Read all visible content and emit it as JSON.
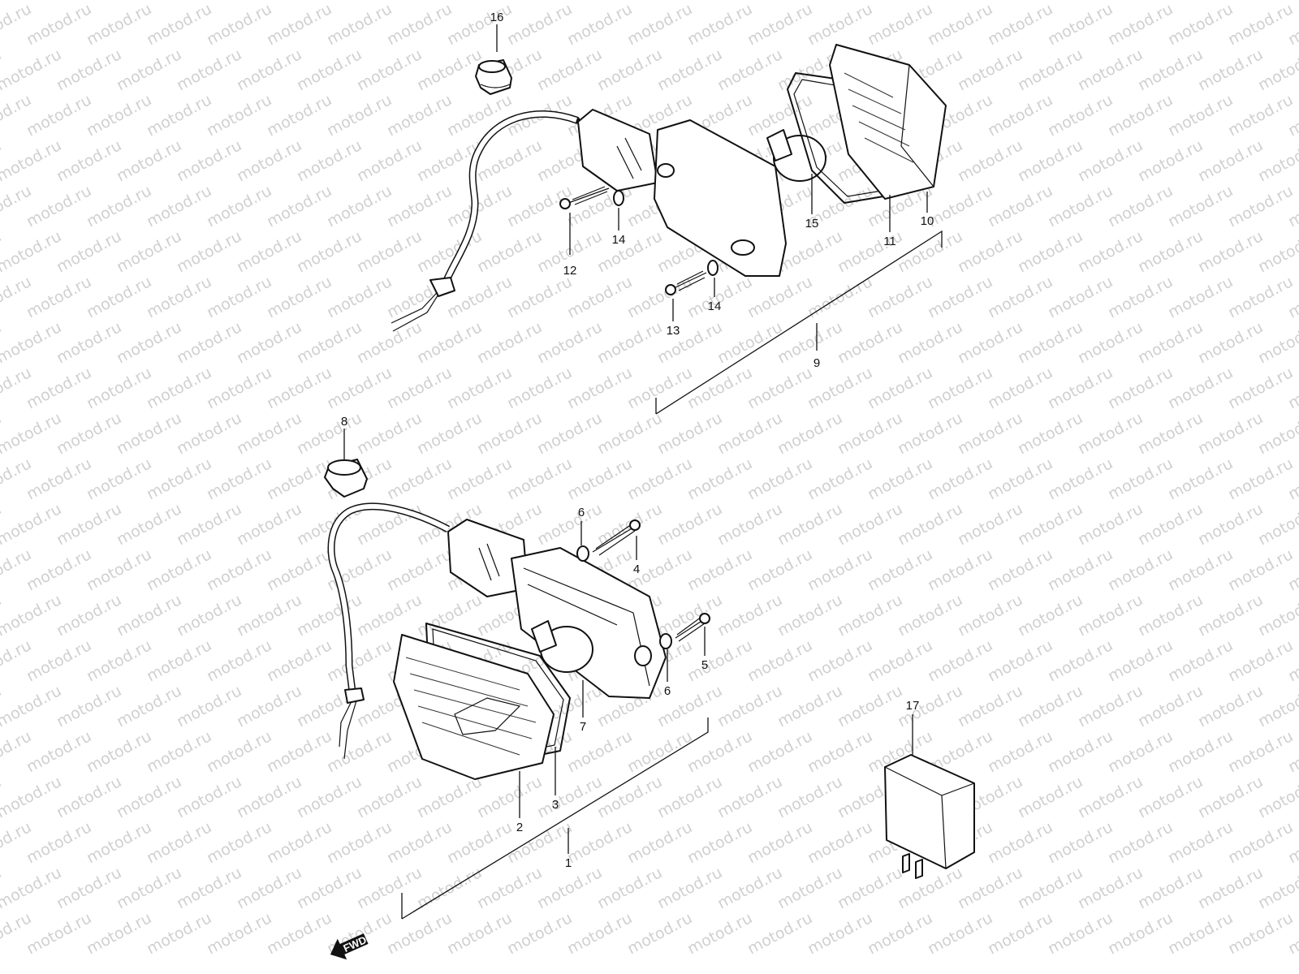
{
  "watermark": {
    "text": "motod.ru"
  },
  "fwd_badge": {
    "label": "FWD"
  },
  "callouts": [
    {
      "id": "16",
      "label": "16"
    },
    {
      "id": "10",
      "label": "10"
    },
    {
      "id": "11",
      "label": "11"
    },
    {
      "id": "15",
      "label": "15"
    },
    {
      "id": "14a",
      "label": "14"
    },
    {
      "id": "12",
      "label": "12"
    },
    {
      "id": "14b",
      "label": "14"
    },
    {
      "id": "13",
      "label": "13"
    },
    {
      "id": "9",
      "label": "9"
    },
    {
      "id": "8",
      "label": "8"
    },
    {
      "id": "6a",
      "label": "6"
    },
    {
      "id": "4",
      "label": "4"
    },
    {
      "id": "5",
      "label": "5"
    },
    {
      "id": "6b",
      "label": "6"
    },
    {
      "id": "7",
      "label": "7"
    },
    {
      "id": "17",
      "label": "17"
    },
    {
      "id": "3",
      "label": "3"
    },
    {
      "id": "2",
      "label": "2"
    },
    {
      "id": "1",
      "label": "1"
    }
  ]
}
